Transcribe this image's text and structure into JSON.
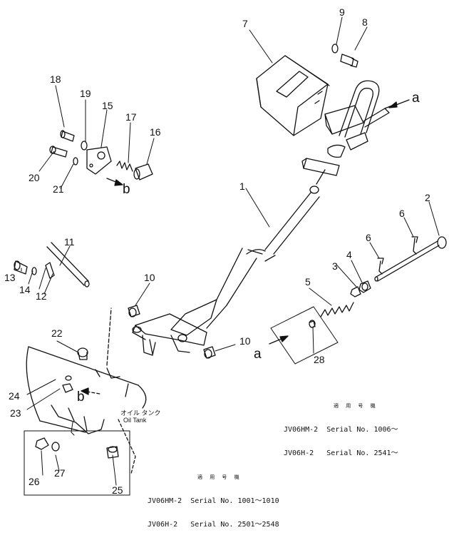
{
  "callouts": [
    "1",
    "2",
    "3",
    "4",
    "5",
    "6",
    "6",
    "7",
    "8",
    "9",
    "10",
    "10",
    "11",
    "12",
    "13",
    "14",
    "15",
    "16",
    "17",
    "18",
    "19",
    "20",
    "21",
    "22",
    "23",
    "24",
    "25",
    "26",
    "27",
    "28"
  ],
  "view_markers": [
    "a",
    "a",
    "b",
    "b"
  ],
  "oil_tank_label": {
    "jp": "オイル タンク",
    "en": "Oil Tank"
  },
  "applicability_notes": [
    {
      "heading": "適 用 号 機",
      "lines": [
        {
          "model": "JV06HM-2",
          "serial": "Serial No. 1006～"
        },
        {
          "model": "JV06H-2",
          "serial": "Serial No. 2541～"
        }
      ]
    },
    {
      "heading": "適 用 号 機",
      "lines": [
        {
          "model": "JV06HM-2",
          "serial": "Serial No. 1001～1010"
        },
        {
          "model": "JV06H-2",
          "serial": "Serial No. 2501～2548"
        }
      ]
    }
  ],
  "colors": {
    "ink": "#111111",
    "paper": "#ffffff"
  }
}
